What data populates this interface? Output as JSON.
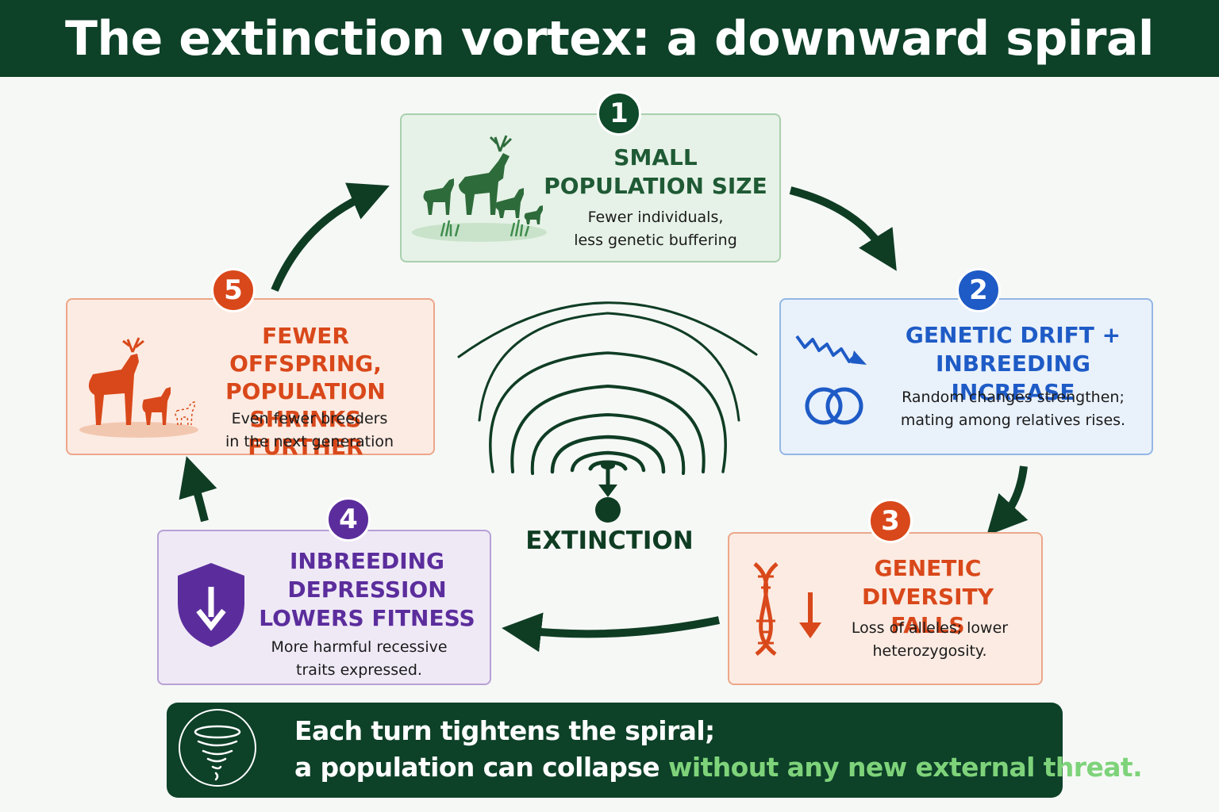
{
  "header": {
    "title": "The extinction vortex: a downward spiral"
  },
  "center": {
    "label": "EXTINCTION"
  },
  "colors": {
    "dark_green": "#0d4128",
    "green": "#1f6b3a",
    "blue": "#1e5bc6",
    "orange": "#d9481a",
    "purple": "#5b2d9c",
    "highlight_green": "#7ed37a"
  },
  "steps": [
    {
      "number": "1",
      "title_lines": [
        "SMALL",
        "POPULATION SIZE"
      ],
      "desc_lines": [
        "Fewer individuals,",
        "less genetic buffering"
      ],
      "icon": "deer-herd-icon"
    },
    {
      "number": "2",
      "title_lines": [
        "GENETIC DRIFT +",
        "INBREEDING INCREASE"
      ],
      "desc_lines": [
        "Random changes strengthen;",
        "mating among relatives rises."
      ],
      "icon": "drift-and-rings-icon"
    },
    {
      "number": "3",
      "title_lines": [
        "GENETIC",
        "DIVERSITY FALLS"
      ],
      "desc_lines": [
        "Loss of alleles; lower",
        "heterozygosity."
      ],
      "icon": "dna-down-icon"
    },
    {
      "number": "4",
      "title_lines": [
        "INBREEDING",
        "DEPRESSION",
        "LOWERS FITNESS"
      ],
      "desc_lines": [
        "More harmful recessive",
        "traits expressed."
      ],
      "icon": "shield-down-icon"
    },
    {
      "number": "5",
      "title_lines": [
        "FEWER OFFSPRING,",
        "POPULATION SHRINKS",
        "FURTHER"
      ],
      "desc_lines": [
        "Even fewer breeders",
        "in the next generation"
      ],
      "icon": "shrinking-deer-icon"
    }
  ],
  "footer": {
    "line1": "Each turn tightens the spiral;",
    "line2_plain": "a population can collapse",
    "line2_highlight": "without any new external threat.",
    "icon": "tornado-icon"
  }
}
